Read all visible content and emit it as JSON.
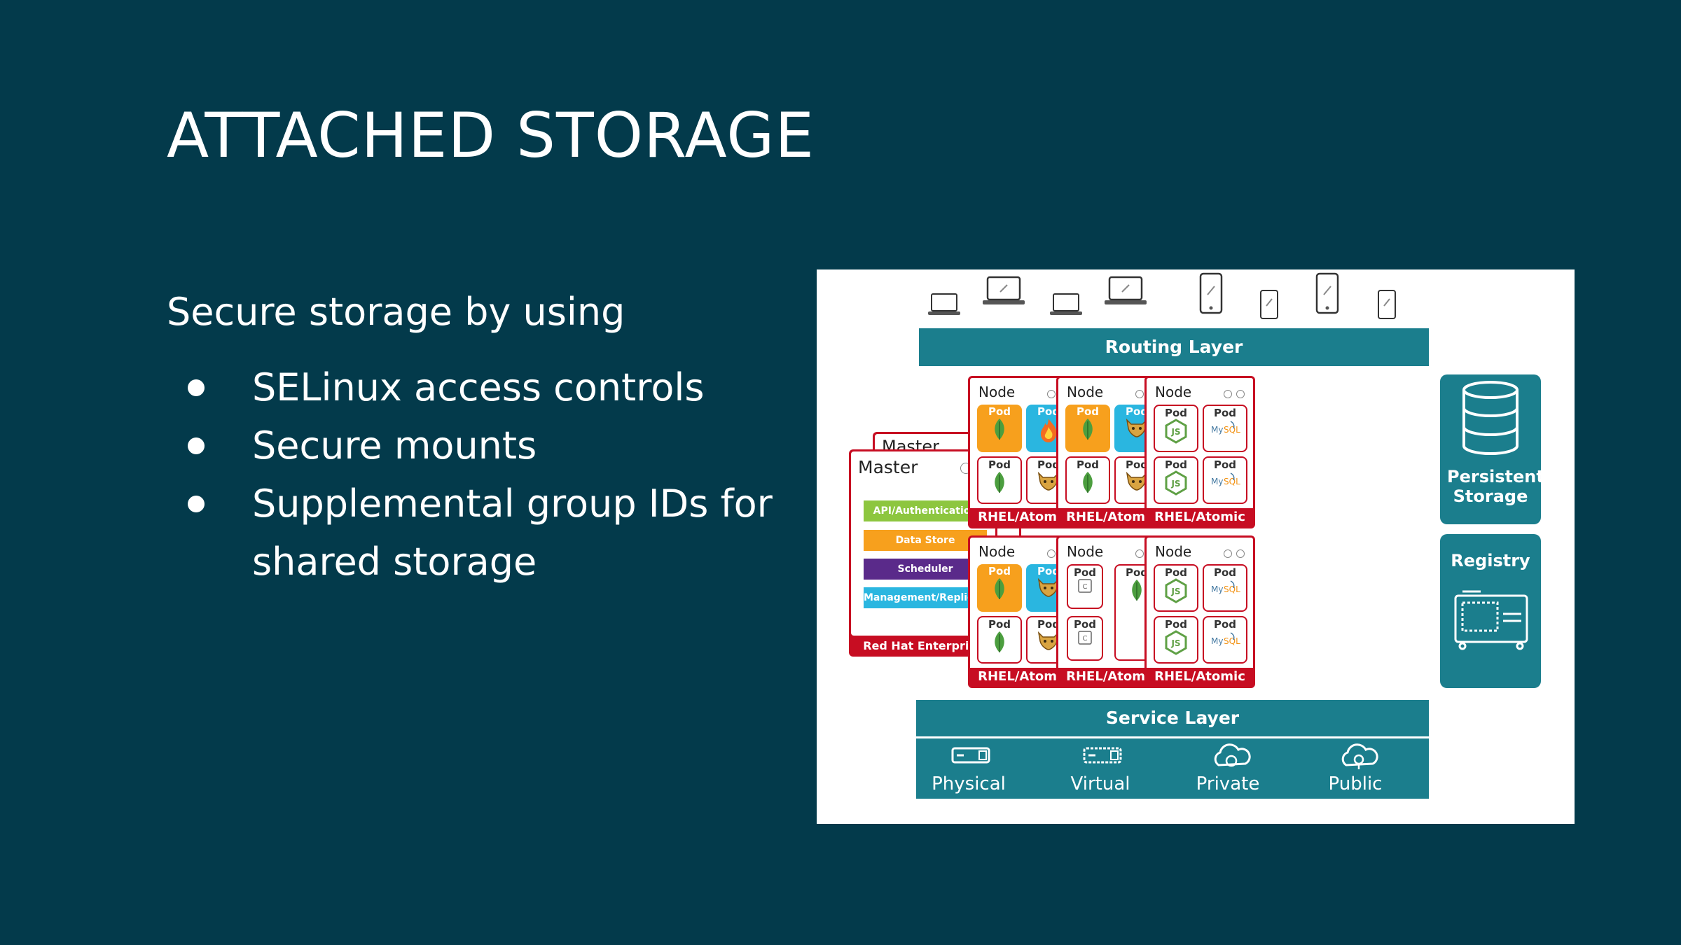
{
  "slide": {
    "title": "ATTACHED STORAGE",
    "intro": "Secure storage by using",
    "bullets": [
      "SELinux access controls",
      "Secure mounts",
      "Supplemental group IDs for shared storage"
    ]
  },
  "diagram": {
    "routing_label": "Routing Layer",
    "service_label": "Service Layer",
    "infra": [
      "Physical",
      "Virtual",
      "Private",
      "Public"
    ],
    "persistent_storage": "Persistent Storage",
    "registry": "Registry",
    "master": {
      "label": "Master",
      "back_label": "Master",
      "components": [
        "API/Authentication",
        "Data Store",
        "Scheduler",
        "Management/Replication"
      ],
      "os": "Red Hat Enterprise Linux"
    },
    "node_label": "Node",
    "pod_label": "Pod",
    "node_os": "RHEL/Atomic",
    "colors": {
      "background": "#033a4b",
      "teal": "#1b7e8d",
      "red": "#c70d22",
      "green": "#8dc63f",
      "orange": "#f7a01d",
      "purple": "#5a2a8a",
      "cyan": "#2ab6e0"
    }
  }
}
